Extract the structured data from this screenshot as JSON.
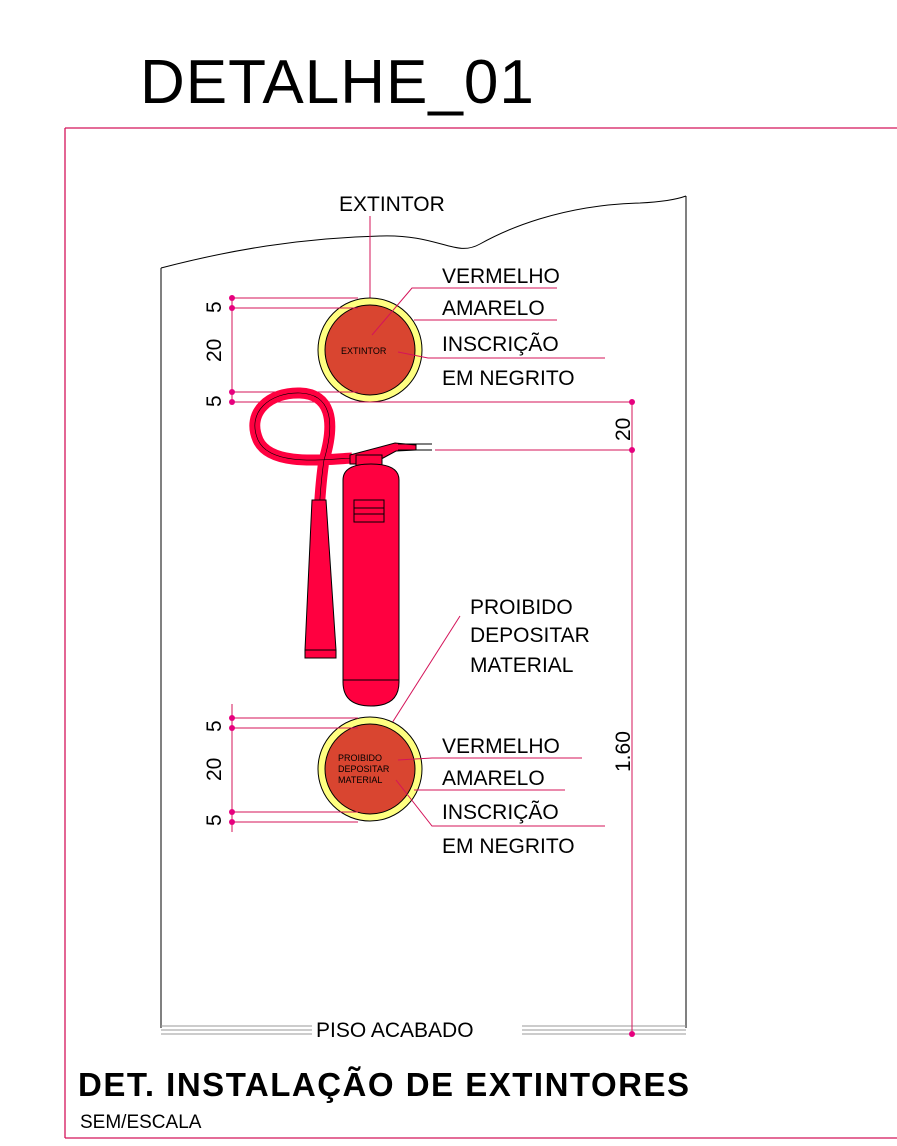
{
  "detail_title": "DETALHE_01",
  "drawing": {
    "extinguisher_label": "EXTINTOR",
    "top_sign": {
      "text": "EXTINTOR",
      "legend": [
        "VERMELHO",
        "AMARELO",
        "INSCRIÇÃO",
        "EM NEGRITO"
      ]
    },
    "bottom_sign": {
      "text_lines": [
        "PROIBIDO",
        "DEPOSITAR",
        "MATERIAL"
      ],
      "legend": [
        "VERMELHO",
        "AMARELO",
        "INSCRIÇÃO",
        "EM NEGRITO"
      ]
    },
    "bottom_callout": [
      "PROIBIDO",
      "DEPOSITAR",
      "MATERIAL"
    ],
    "dimensions": {
      "top_sign": [
        "5",
        "20",
        "5"
      ],
      "bottom_sign": [
        "5",
        "20",
        "5"
      ],
      "gap": "20",
      "height": "1.60"
    },
    "floor_label": "PISO ACABADO",
    "main_title": "DET. INSTALAÇÃO  DE  EXTINTORES",
    "scale_note": "SEM/ESCALA"
  },
  "colors": {
    "frame": "#d4145a",
    "sign_red": "#d94530",
    "sign_yellow": "#ffff80",
    "extinguisher": "#ff0040",
    "dim_points": "#e6007e"
  }
}
